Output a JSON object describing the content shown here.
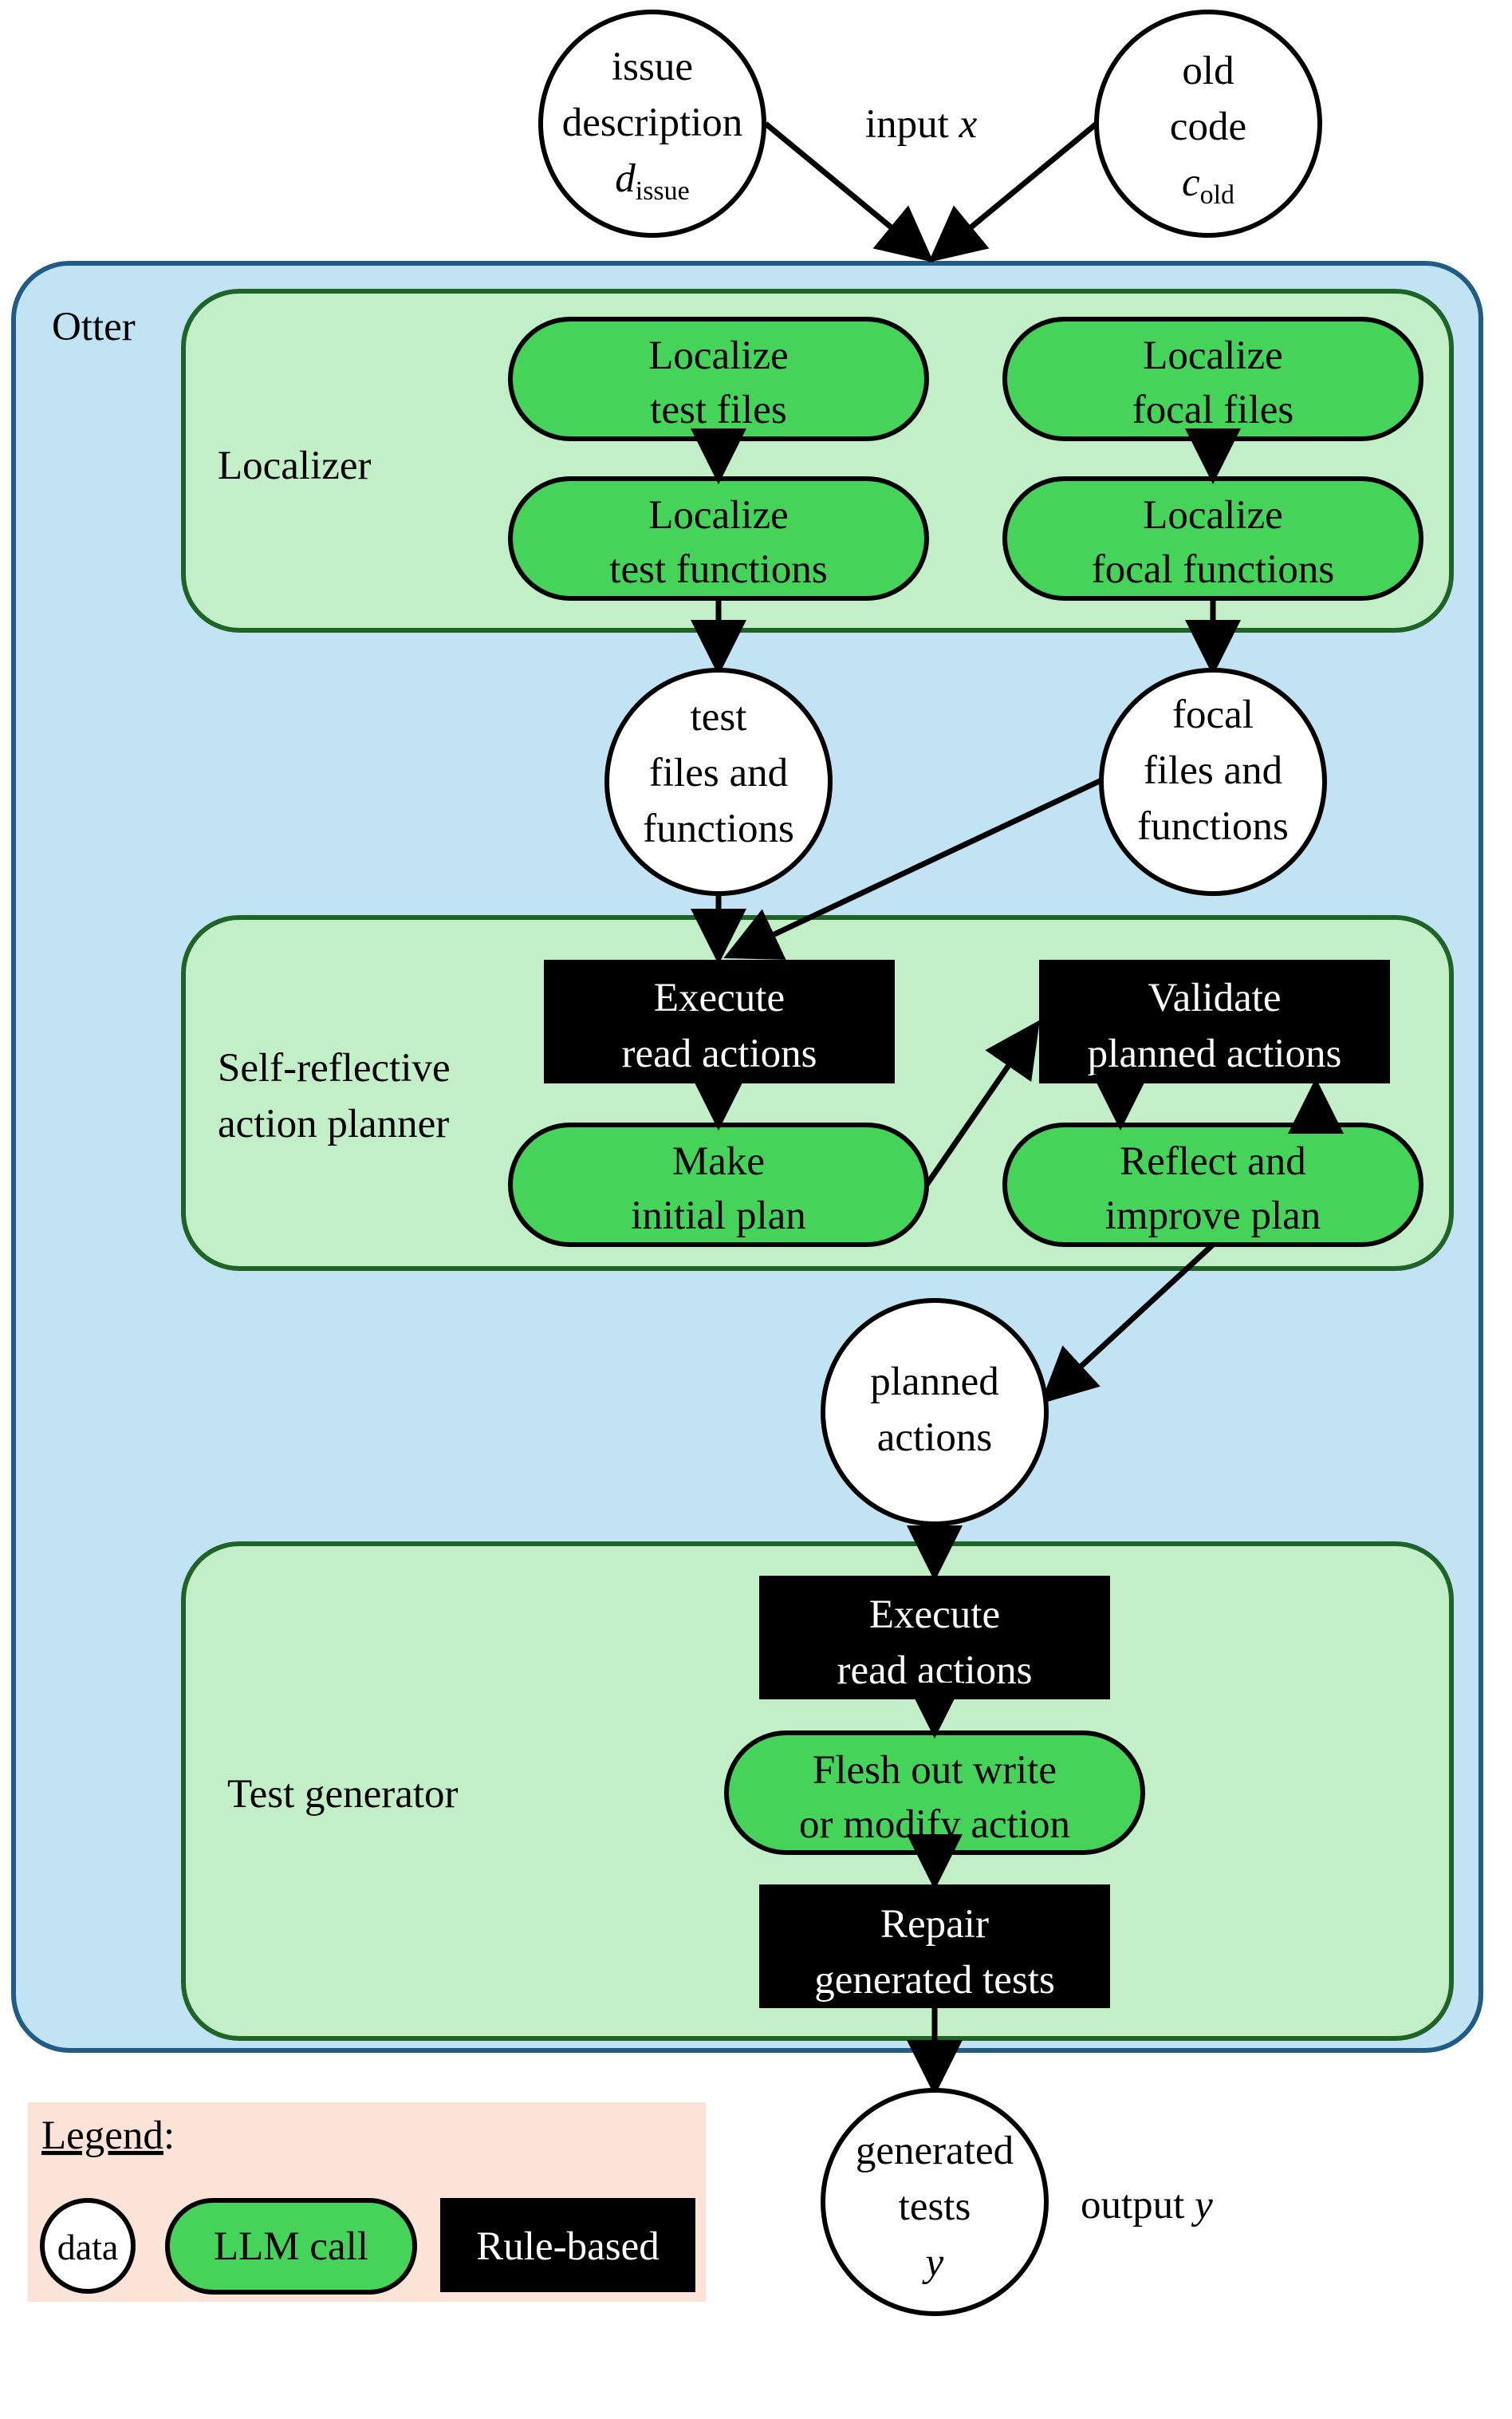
{
  "inputs": {
    "issue": {
      "line1": "issue",
      "line2": "description",
      "var": "d",
      "sub": "issue"
    },
    "old_code": {
      "line1": "old",
      "line2": "code",
      "var": "c",
      "sub": "old"
    },
    "input_label": "input",
    "input_var": "x"
  },
  "otter": {
    "label": "Otter"
  },
  "localizer": {
    "label": "Localizer",
    "test_files": [
      "Localize",
      "test files"
    ],
    "test_functions": [
      "Localize",
      "test functions"
    ],
    "focal_files": [
      "Localize",
      "focal files"
    ],
    "focal_functions": [
      "Localize",
      "focal functions"
    ]
  },
  "data_nodes": {
    "test_files_functions": [
      "test",
      "files and",
      "functions"
    ],
    "focal_files_functions": [
      "focal",
      "files and",
      "functions"
    ],
    "planned_actions": [
      "planned",
      "actions"
    ],
    "generated_tests": [
      "generated",
      "tests",
      "y"
    ]
  },
  "planner": {
    "label": [
      "Self-reflective",
      "action planner"
    ],
    "execute_read": [
      "Execute",
      "read actions"
    ],
    "validate": [
      "Validate",
      "planned actions"
    ],
    "make_plan": [
      "Make",
      "initial plan"
    ],
    "reflect": [
      "Reflect and",
      "improve plan"
    ]
  },
  "generator": {
    "label": "Test generator",
    "execute_read": [
      "Execute",
      "read actions"
    ],
    "flesh_out": [
      "Flesh out write",
      "or modify action"
    ],
    "repair": [
      "Repair",
      "generated tests"
    ]
  },
  "output": {
    "label": "output",
    "var": "y"
  },
  "legend": {
    "title": "Legend",
    "colon": ":",
    "data": "data",
    "llm": "LLM call",
    "rule": "Rule-based"
  },
  "colors": {
    "otter_fill": "#c2e3f3",
    "otter_stroke": "#1f5c87",
    "module_fill": "#c2efc7",
    "module_stroke": "#1e6427",
    "llm_fill": "#45d35a",
    "rule_fill": "#000000",
    "legend_bg": "#fbe3d7"
  }
}
